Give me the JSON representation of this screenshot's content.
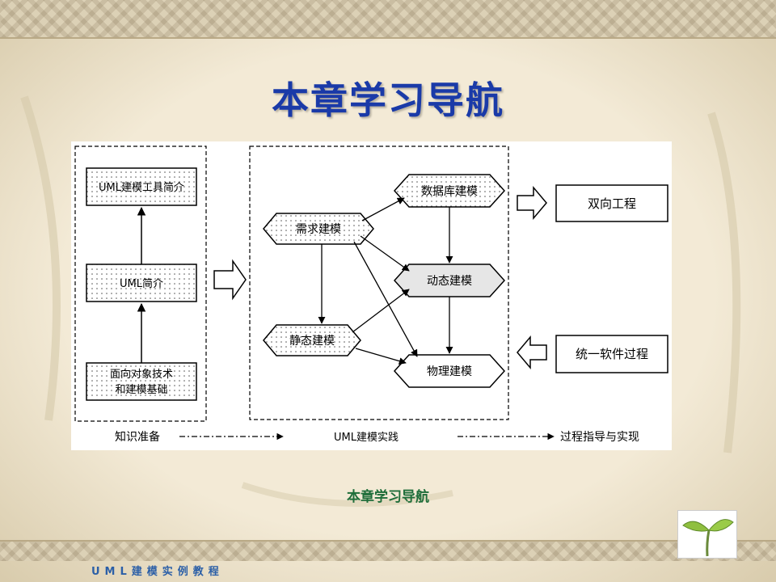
{
  "slide": {
    "title": "本章学习导航",
    "caption": "本章学习导航",
    "footer": "UML建模实例教程"
  },
  "diagram": {
    "left_column": {
      "boxes": [
        "UML建模工具简介",
        "UML简介",
        "面向对象技术",
        "和建模基础"
      ]
    },
    "center_column": {
      "nodes": [
        "需求建模",
        "数据库建模",
        "动态建模",
        "静态建模",
        "物理建模"
      ]
    },
    "right_column": {
      "boxes": [
        "双向工程",
        "统一软件过程"
      ]
    },
    "bottom_labels": [
      "知识准备",
      "UML建模实践",
      "过程指导与实现"
    ]
  }
}
